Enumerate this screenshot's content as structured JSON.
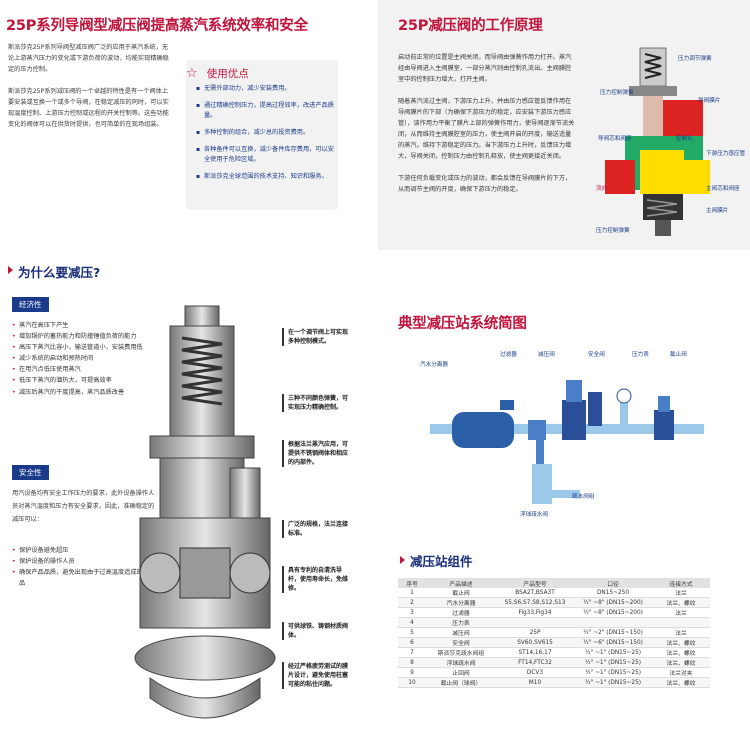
{
  "left_top": {
    "title": "25P系列导阀型减压阀提高蒸汽系统效率和安全",
    "para1": "斯派莎克25P系列导阀型减压阀广泛的应用于蒸汽系统，无论上游蒸汽压力的变化或下游负荷的波动，均能实现精确稳定的压力控制。",
    "para2": "斯派莎克25P系列减压阀的一个卓越的特性是有一个阀体上要安装或互换一个或多个导阀，在稳定减压的同时，可以实现温度控制、上游压力控制或远程的开关控制等。这些功能变化的阀体可以在供货时提供，也可简单的在现场组装。"
  },
  "advantages": {
    "title": "使用优点",
    "items": [
      "无需外部动力，减少安装费用。",
      "通过精确控制压力，提高过程效率，改进产品质量。",
      "多种控制的组合，减少总的投资费用。",
      "各种备件可以互换，减少备件库存费用，可以安全使用于危险区域。",
      "斯派莎克全球范围的技术支持、知识和服务。"
    ]
  },
  "principle": {
    "title": "25P减压阀的工作原理",
    "para1": "启动前正常的位置是主阀关闭，而导阀由弹簧作用力打开。蒸汽经由导阀进入主阀膜室，一部分蒸汽则由控制孔流出。主阀膜腔室中的控制压力增大，打开主阀。",
    "para2": "随着蒸汽流过主阀，下游压力上升，并由压力感应管反馈作用在导阀膜片的下部（为确保下游压力的稳定，应安装下游压力感应管），该作用力平衡了膜片上部的弹簧作用力，使导阀逐渐节流关闭，从而维持主阀膜腔室的压力，使主阀开启的开度，输送适量的蒸汽，维持下游稳定的压力。当下游压力上升时，反馈压力增大，导阀关闭，控制压力由控制孔释放，使主阀更接近关闭。",
    "para3": "下游任何负载变化或压力的波动，都会反馈在导阀膜片的下方，从而调节主阀的开度，确保下游压力的稳定。",
    "labels": [
      "压力调节弹簧",
      "压力控制弹簧",
      "导阀膜片",
      "导阀芯和阀座",
      "控制孔",
      "下游压力感应管",
      "流向",
      "主阀芯和阀座",
      "主阀膜片",
      "压力控制弹簧"
    ]
  },
  "why": {
    "title": "为什么要减压?",
    "econ_badge": "经济性",
    "econ_items": [
      "蒸汽在高压下产生",
      "增加锅炉的蓄热能力和防撞锤值负荷的能力",
      "高压下蒸汽比容小，输送管道小，安装费用低",
      "减少系统的启动和预热时间",
      "在用汽点低压使用蒸汽",
      "低压下蒸汽的潜热大，可提高效率",
      "减压后蒸汽的干度提高，蒸汽品质改善"
    ],
    "safety_badge": "安全性",
    "safety_text": "用汽设备均有安全工作压力的要求，此外设备操作人员对蒸汽温度和压力有安全要求，因此，准确稳定的减压可以：",
    "safety_items": [
      "保护设备避免超压",
      "保护设备的操作人员",
      "确保产品品质，避免出现由于过高温度造成的废品"
    ]
  },
  "callouts": [
    "在一个调节阀上可实现多种控制模式。",
    "三种不同颜色弹簧，可实现压力精确控制。",
    "根据法兰蒸汽应用，可提供不锈钢阀体和相应的内部件。",
    "广泛的规格，法兰连接标准。",
    "具有专利的自清洗导杆，使用寿命长，免维修。",
    "可供球铁、铸钢材质阀体。",
    "经过严格疲劳测试的膜片设计，避免使用柱塞可能的粘住问题。"
  ],
  "station": {
    "title": "典型减压站系统简图",
    "labels": [
      "汽水分离器",
      "过滤器",
      "减压阀",
      "安全阀",
      "压力表",
      "截止阀",
      "疏水阀组",
      "浮球疏水阀"
    ]
  },
  "components": {
    "title": "减压站组件",
    "headers": [
      "序号",
      "产品描述",
      "产品型号",
      "口径",
      "连接方式"
    ],
    "rows": [
      [
        "1",
        "截止阀",
        "BSA2T,BSA3T",
        "DN15~250",
        "法兰"
      ],
      [
        "2",
        "汽水分离器",
        "S5,S6,S7,S8,S12,S13",
        "½\" ~8\" (DN15~200)",
        "法兰、螺纹"
      ],
      [
        "3",
        "过滤器",
        "Fig33,Fig34",
        "½\" ~8\" (DN15~200)",
        "法兰"
      ],
      [
        "4",
        "压力表",
        "",
        "",
        ""
      ],
      [
        "5",
        "减压阀",
        "25P",
        "½\" ~2\" (DN15~150)",
        "法兰"
      ],
      [
        "6",
        "安全阀",
        "SV60,SV615",
        "½\" ~6\" (DN15~150)",
        "法兰、螺纹"
      ],
      [
        "7",
        "斯派莎克疏水阀组",
        "ST14,16,17",
        "½\" ~1\" (DN15~25)",
        "法兰、螺纹"
      ],
      [
        "8",
        "浮球疏水阀",
        "FT14,FTC32",
        "½\" ~1\" (DN15~25)",
        "法兰、螺纹"
      ],
      [
        "9",
        "止回阀",
        "DCV3",
        "½\" ~1\" (DN15~25)",
        "法兰对夹"
      ],
      [
        "10",
        "截止阀（球阀）",
        "M10",
        "½\" ~1\" (DN15~25)",
        "法兰、螺纹"
      ]
    ]
  },
  "colors": {
    "accent_red": "#c0143c",
    "accent_blue": "#1a3a8a"
  }
}
